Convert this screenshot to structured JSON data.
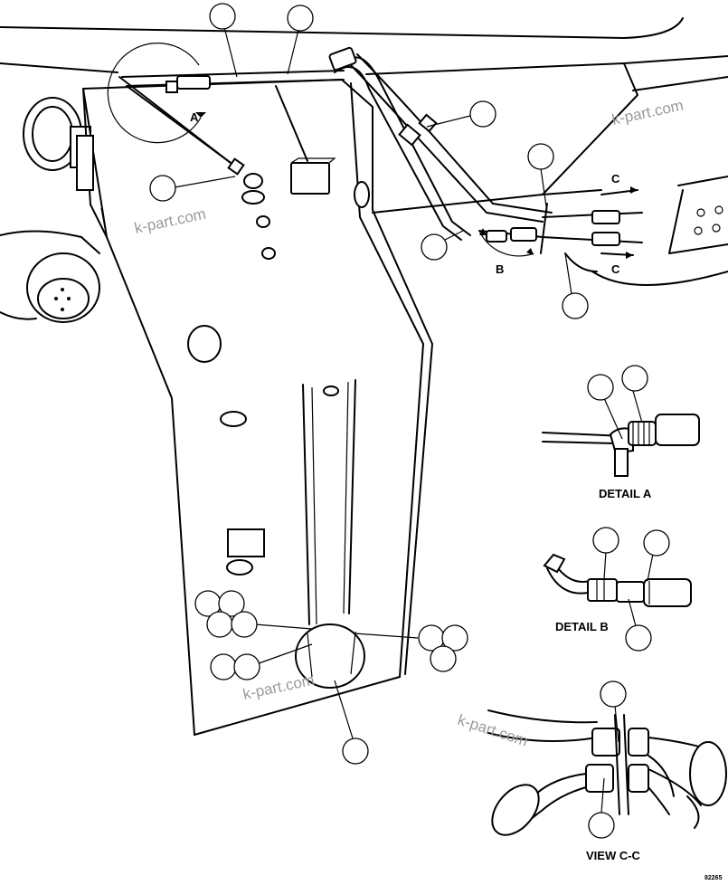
{
  "labels": {
    "detail_a_ref": "A",
    "detail_b_ref": "B",
    "view_c_ref_top": "C",
    "view_c_ref_bottom": "C",
    "detail_a_title": "DETAIL A",
    "detail_b_title": "DETAIL B",
    "view_cc_title": "VIEW C-C",
    "figure_ref": "82265"
  },
  "watermarks": [
    "k-part.com",
    "k-part.com",
    "k-part.com",
    "k-part.com"
  ],
  "colors": {
    "line": "#000000",
    "background": "#ffffff",
    "watermark": "#9a9a9a"
  }
}
